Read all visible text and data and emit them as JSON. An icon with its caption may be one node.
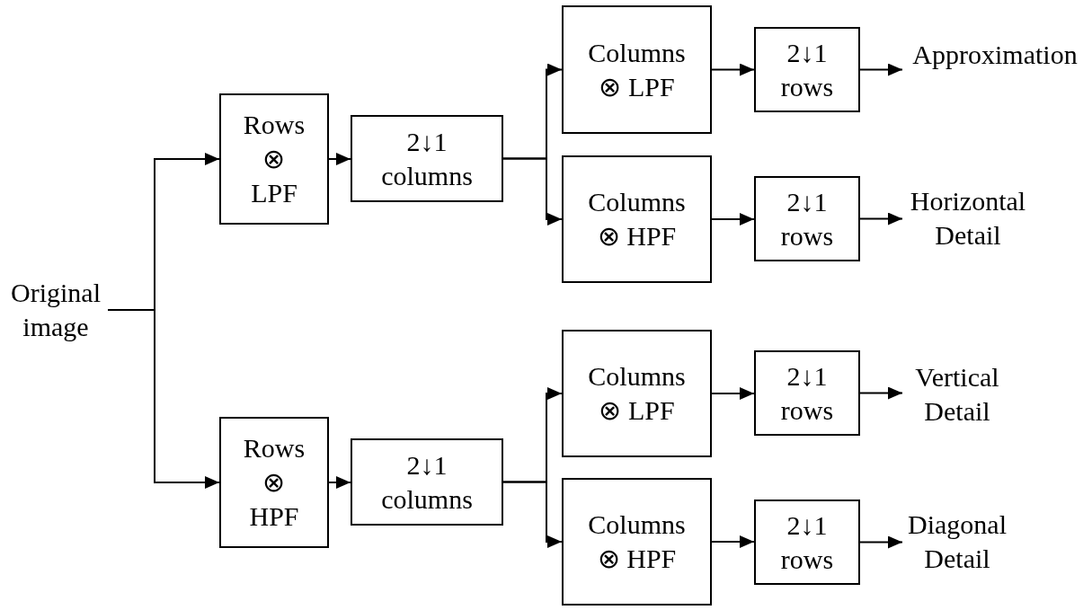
{
  "diagram": {
    "nodes": [
      {
        "text": [
          "Original image"
        ]
      },
      {
        "text": [
          "Rows ⊗ LPF"
        ]
      },
      {
        "text": [
          "2↓1 columns"
        ]
      },
      {
        "text": [
          "Columns ⊗ LPF"
        ]
      },
      {
        "text": [
          "2↓1 rows"
        ]
      },
      {
        "text": [
          "Approximation"
        ]
      },
      {
        "text": [
          "Columns ⊗ HPF"
        ]
      },
      {
        "text": [
          "2↓1 rows"
        ]
      },
      {
        "text": [
          "Horizontal Detail"
        ]
      },
      {
        "text": [
          "Rows ⊗ HPF"
        ]
      },
      {
        "text": [
          "2↓1 columns"
        ]
      },
      {
        "text": [
          "Columns ⊗ LPF"
        ]
      },
      {
        "text": [
          "2↓1 rows"
        ]
      },
      {
        "text": [
          "Vertical Detail"
        ]
      },
      {
        "text": [
          "Columns ⊗ HPF"
        ]
      },
      {
        "text": [
          "2↓1 rows"
        ]
      },
      {
        "text": [
          "Diagonal Detail"
        ]
      }
    ],
    "edges": [
      {
        "from": 0,
        "to": 1,
        "arrow": "to"
      },
      {
        "from": 0,
        "to": 9,
        "arrow": "to"
      },
      {
        "from": 1,
        "to": 2,
        "arrow": "to"
      },
      {
        "from": 2,
        "to": 3,
        "arrow": "to"
      },
      {
        "from": 2,
        "to": 6,
        "arrow": "to"
      },
      {
        "from": 3,
        "to": 4,
        "arrow": "to"
      },
      {
        "from": 4,
        "to": 5,
        "arrow": "to"
      },
      {
        "from": 6,
        "to": 7,
        "arrow": "to"
      },
      {
        "from": 7,
        "to": 8,
        "arrow": "to"
      },
      {
        "from": 9,
        "to": 10,
        "arrow": "to"
      },
      {
        "from": 10,
        "to": 11,
        "arrow": "to"
      },
      {
        "from": 10,
        "to": 14,
        "arrow": "to"
      },
      {
        "from": 11,
        "to": 12,
        "arrow": "to"
      },
      {
        "from": 12,
        "to": 13,
        "arrow": "to"
      },
      {
        "from": 14,
        "to": 15,
        "arrow": "to"
      },
      {
        "from": 15,
        "to": 16,
        "arrow": "to"
      }
    ]
  }
}
